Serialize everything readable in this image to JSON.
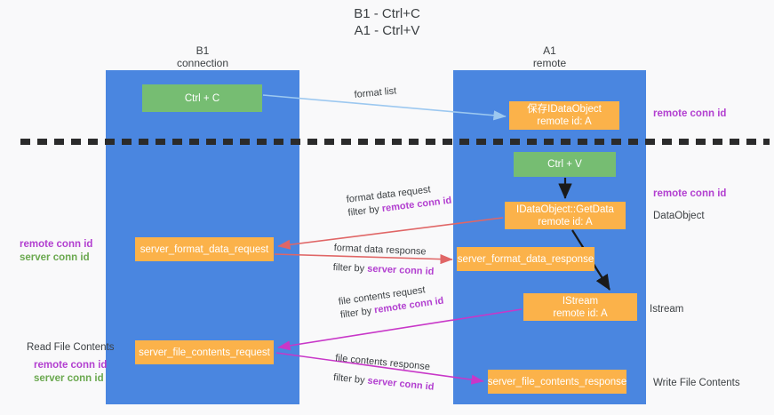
{
  "title": {
    "line1": "B1 - Ctrl+C",
    "line2": "A1 - Ctrl+V"
  },
  "lanes": [
    {
      "id": "b1",
      "name": "B1",
      "sub": "connection",
      "color": "#4a86e0"
    },
    {
      "id": "a1",
      "name": "A1",
      "sub": "remote",
      "color": "#4a86e0"
    }
  ],
  "nodes": {
    "ctrl_c": "Ctrl + C",
    "save_dataobject_l1": "保存IDataObject",
    "save_dataobject_l2": "remote id: A",
    "ctrl_v": "Ctrl + V",
    "getdata_l1": "IDataObject::GetData",
    "getdata_l2": "remote id: A",
    "server_format_data_request": "server_format_data_request",
    "server_format_data_response": "server_format_data_response",
    "istream_l1": "IStream",
    "istream_l2": "remote id: A",
    "server_file_contents_request": "server_file_contents_request",
    "server_file_contents_response": "server_file_contents_response"
  },
  "edge_labels": {
    "format_list": "format list",
    "format_data_request_l1": "format data request",
    "format_data_request_l2a": "filter by ",
    "format_data_request_l2b": "remote conn id",
    "format_data_response_l1": "format data response",
    "format_data_response_l2a": "filter by ",
    "format_data_response_l2b": "server conn id",
    "file_contents_request_l1": "file contents request",
    "file_contents_request_l2a": "filter by ",
    "file_contents_request_l2b": "remote conn id",
    "file_contents_response_l1": "file contents response",
    "file_contents_response_l2a": "filter by ",
    "file_contents_response_l2b": "server conn id"
  },
  "annotations": {
    "right_top_remote_conn_id": "remote conn id",
    "right_mid_remote_conn_id": "remote conn id",
    "right_dataobject": "DataObject",
    "right_istream": "Istream",
    "right_write_file_contents": "Write File Contents",
    "left_read_file_contents": "Read File Contents",
    "left_remote_conn_id": "remote conn id",
    "left_server_conn_id": "server conn id"
  },
  "colors": {
    "lane_blue": "#4a86e0",
    "node_green": "#76bd72",
    "node_orange": "#fbb24a",
    "remote_conn_id": "#b23fd0",
    "server_conn_id": "#6aa84f",
    "arrow_lightblue": "#9cc8f0",
    "arrow_red": "#e06666",
    "arrow_magenta": "#c837c8",
    "arrow_black": "#1a1a1a",
    "background": "#f9f9fa"
  }
}
